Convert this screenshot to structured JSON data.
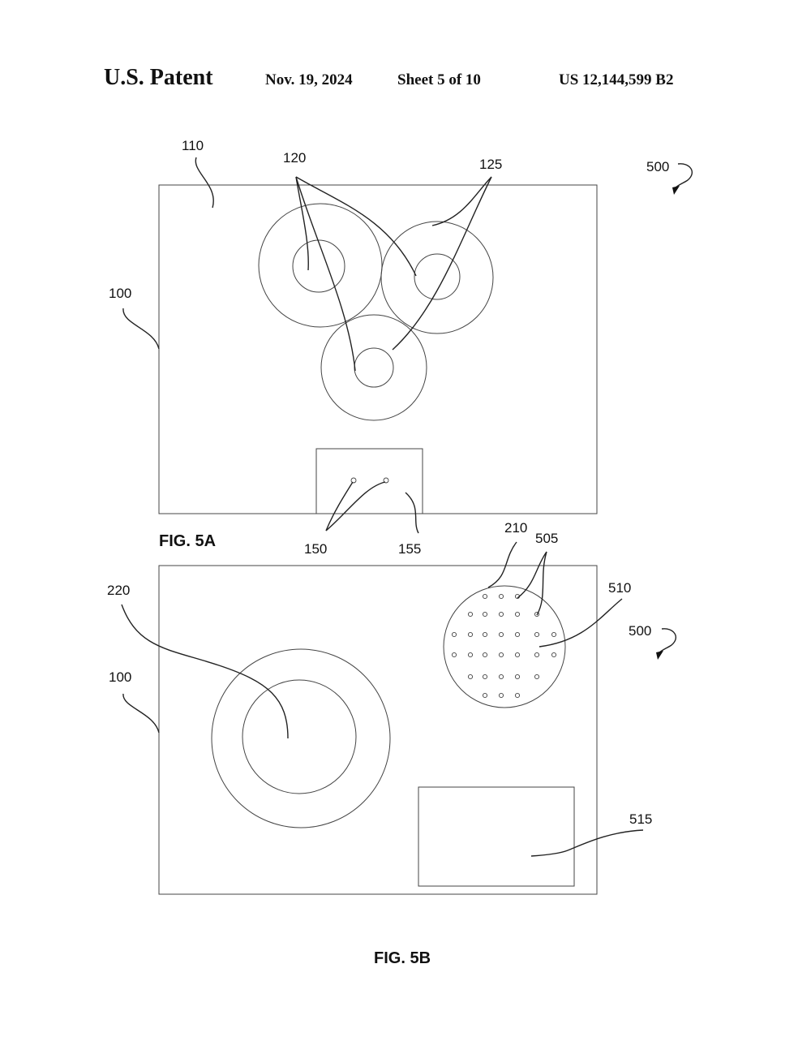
{
  "header": {
    "title": "U.S. Patent",
    "date": "Nov. 19, 2024",
    "sheet": "Sheet 5 of 10",
    "patent_number": "US 12,144,599 B2"
  },
  "fig5a": {
    "caption": "FIG. 5A",
    "refs": {
      "r110": "110",
      "r120": "120",
      "r125": "125",
      "r500": "500",
      "r100": "100",
      "r150": "150",
      "r155": "155"
    }
  },
  "fig5b": {
    "caption": "FIG. 5B",
    "refs": {
      "r210": "210",
      "r505": "505",
      "r510": "510",
      "r220": "220",
      "r500": "500",
      "r100": "100",
      "r515": "515"
    }
  }
}
